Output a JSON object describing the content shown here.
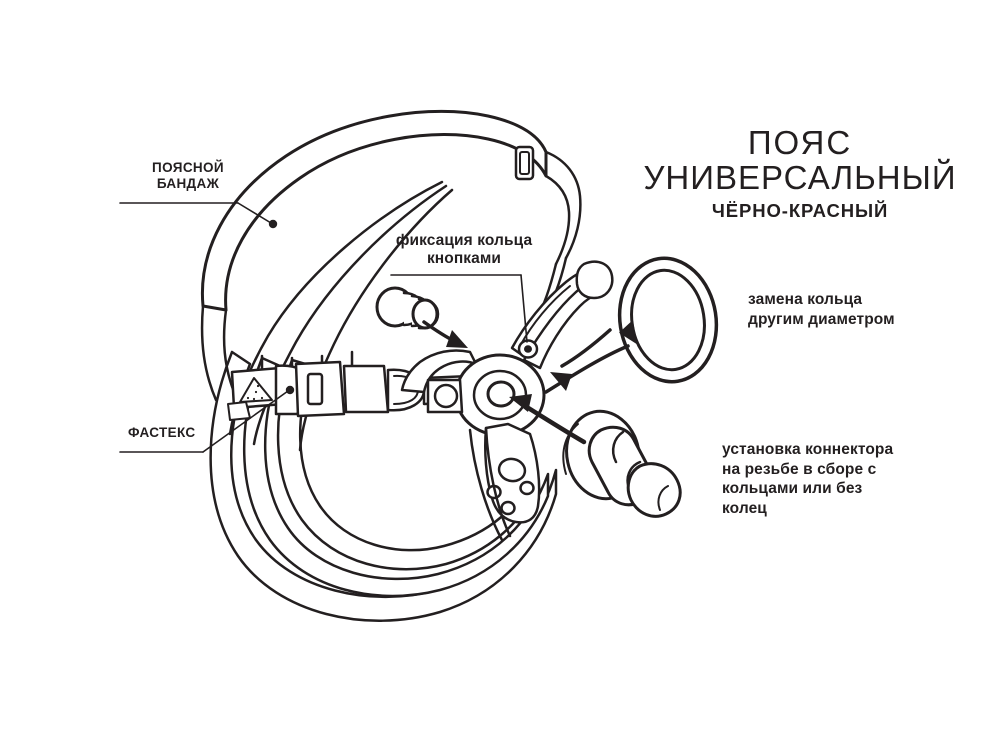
{
  "page": {
    "background_color": "#ffffff",
    "ink_color": "#231f20",
    "type": "technical line-art product diagram"
  },
  "title": {
    "line1": "ПОЯС",
    "line2": "УНИВЕРСАЛЬНЫЙ",
    "subtitle": "ЧЁРНО-КРАСНЫЙ"
  },
  "callouts": [
    {
      "id": "belt",
      "lines": [
        "ПОЯСНОЙ",
        "БАНДАЖ"
      ],
      "text": "ПОЯСНОЙ\nБАНДАЖ",
      "style": "uppercase-bold",
      "leader": "horizontal underline then diagonal to dot on waist band"
    },
    {
      "id": "fastex",
      "lines": [
        "ФАСТЕКС"
      ],
      "text": "ФАСТЕКС",
      "style": "uppercase-bold",
      "leader": "horizontal underline then diagonal up-right to buckle dot"
    },
    {
      "id": "snap-fix",
      "lines": [
        "фиксация кольца",
        "кнопками"
      ],
      "text": "фиксация кольца\nкнопками",
      "style": "lowercase",
      "leader": "horizontal underline then angled down to snap stud"
    },
    {
      "id": "ring-swap",
      "lines": [
        "замена",
        "кольца",
        "другим",
        "диаметром"
      ],
      "text": "замена\nкольца\nдругим\nдиаметром",
      "style": "lowercase",
      "leader": "curved arrow from hub to O-ring"
    },
    {
      "id": "connector-install",
      "lines": [
        "установка",
        "коннектора",
        "на резьбе",
        "в сборе",
        "с кольцами",
        "или без колец"
      ],
      "text": "установка\nконнектора\nна резьбе\nв сборе\nс кольцами\nили без колец",
      "style": "lowercase-bold",
      "leader": "straight arrow from connector to hub centre"
    }
  ],
  "parts": [
    {
      "id": "waist-band",
      "name": "поясной бандаж"
    },
    {
      "id": "fastex-buckle",
      "name": "фастекс"
    },
    {
      "id": "leg-straps",
      "name": "ножные ремни"
    },
    {
      "id": "hub-plate",
      "name": "трёхлучевая пластина крепления кольца"
    },
    {
      "id": "o-ring",
      "name": "сменное кольцо"
    },
    {
      "id": "snap-button",
      "name": "кнопка"
    },
    {
      "id": "connector",
      "name": "коннектор на резьбе"
    }
  ],
  "icons": {
    "arrow": "arrow-icon",
    "leader_dot": "leader-dot-icon"
  }
}
